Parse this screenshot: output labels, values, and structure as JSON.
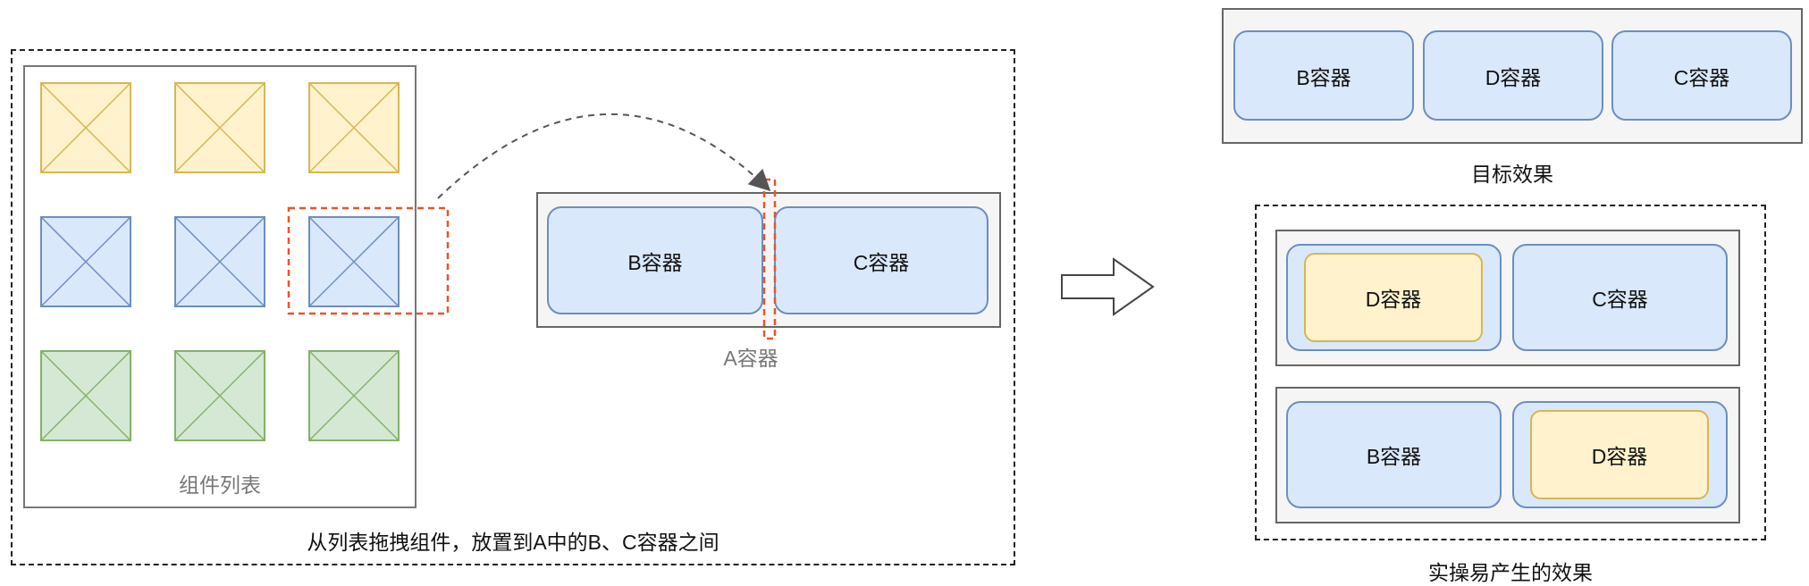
{
  "left_panel": {
    "component_list_label": "组件列表",
    "caption": "从列表拖拽组件，放置到A中的B、C容器之间",
    "tiles": [
      {
        "color_fill": "#fff2cc",
        "color_stroke": "#d6b656"
      },
      {
        "color_fill": "#fff2cc",
        "color_stroke": "#d6b656"
      },
      {
        "color_fill": "#fff2cc",
        "color_stroke": "#d6b656"
      },
      {
        "color_fill": "#dae8fc",
        "color_stroke": "#6c8ebf"
      },
      {
        "color_fill": "#dae8fc",
        "color_stroke": "#6c8ebf"
      },
      {
        "color_fill": "#dae8fc",
        "color_stroke": "#6c8ebf"
      },
      {
        "color_fill": "#d5e8d4",
        "color_stroke": "#82b366"
      },
      {
        "color_fill": "#d5e8d4",
        "color_stroke": "#82b366"
      },
      {
        "color_fill": "#d5e8d4",
        "color_stroke": "#82b366"
      }
    ],
    "container_a": {
      "label": "A容器",
      "b_label": "B容器",
      "c_label": "C容器"
    }
  },
  "arrow": {
    "icon": "right-arrow-icon"
  },
  "target": {
    "boxes": [
      "B容器",
      "D容器",
      "C容器"
    ],
    "caption": "目标效果"
  },
  "actual": {
    "caption": "实操易产生的效果",
    "row1": {
      "outer_label": "",
      "inner_label": "D容器",
      "right_label": "C容器"
    },
    "row2": {
      "left_label": "B容器",
      "inner_label": "D容器"
    }
  },
  "colors": {
    "highlight": "#e8542b",
    "blue_fill": "#dae8fc",
    "blue_stroke": "#6c8ebf",
    "yellow_fill": "#fff2cc",
    "yellow_stroke": "#d6b656",
    "green_fill": "#d5e8d4",
    "green_stroke": "#82b366"
  }
}
